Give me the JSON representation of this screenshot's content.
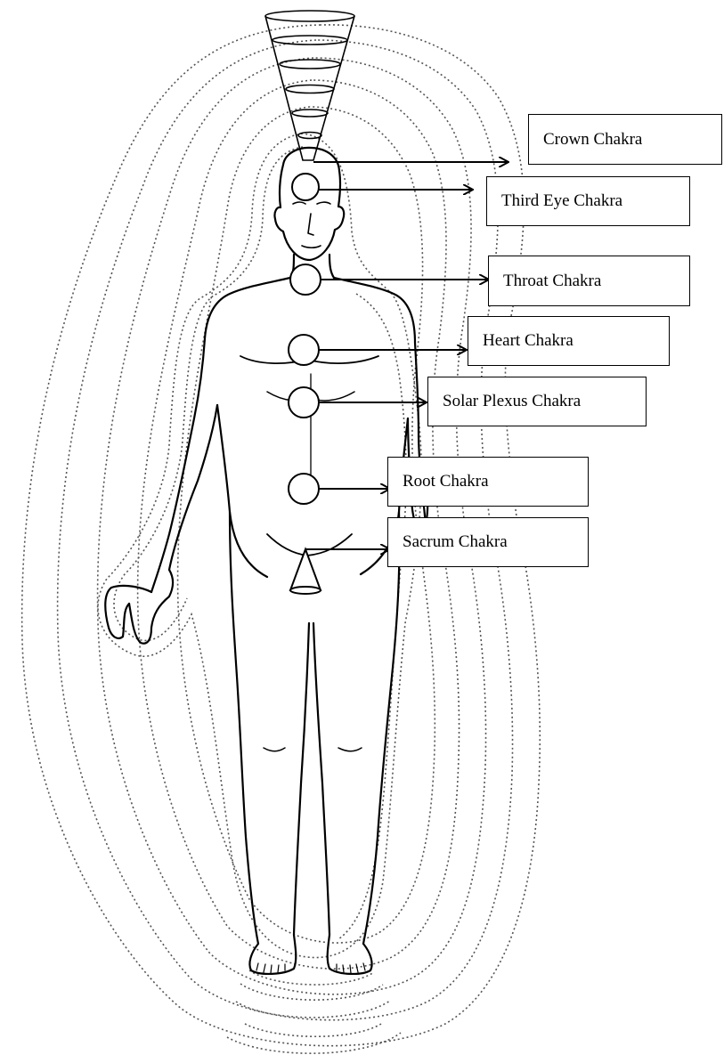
{
  "diagram": {
    "colors": {
      "line": "#000000",
      "aura": "#555555",
      "background": "#ffffff"
    },
    "chakras": [
      {
        "id": "crown",
        "label": "Crown Chakra"
      },
      {
        "id": "third",
        "label": "Third Eye Chakra"
      },
      {
        "id": "throat",
        "label": "Throat Chakra"
      },
      {
        "id": "heart",
        "label": "Heart Chakra"
      },
      {
        "id": "solar",
        "label": "Solar Plexus Chakra"
      },
      {
        "id": "root",
        "label": "Root Chakra"
      },
      {
        "id": "sacrum",
        "label": "Sacrum Chakra"
      }
    ]
  }
}
